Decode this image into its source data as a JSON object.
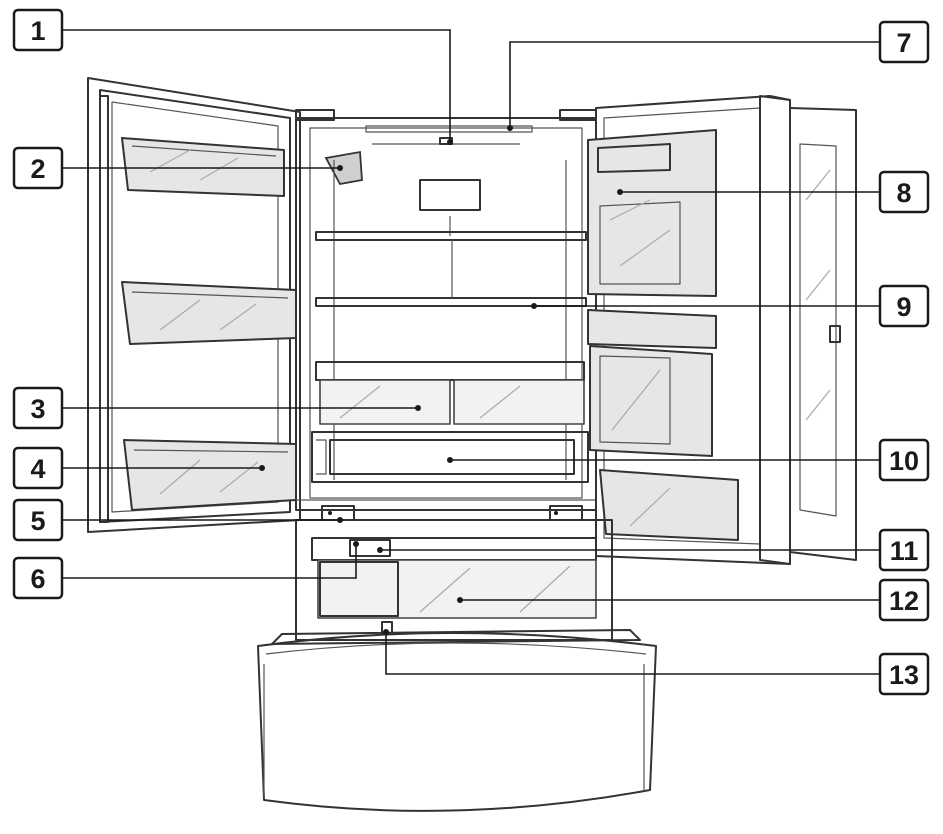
{
  "callouts": [
    {
      "id": 1,
      "label": "1"
    },
    {
      "id": 2,
      "label": "2"
    },
    {
      "id": 3,
      "label": "3"
    },
    {
      "id": 4,
      "label": "4"
    },
    {
      "id": 5,
      "label": "5"
    },
    {
      "id": 6,
      "label": "6"
    },
    {
      "id": 7,
      "label": "7"
    },
    {
      "id": 8,
      "label": "8"
    },
    {
      "id": 9,
      "label": "9"
    },
    {
      "id": 10,
      "label": "10"
    },
    {
      "id": 11,
      "label": "11"
    },
    {
      "id": 12,
      "label": "12"
    },
    {
      "id": 13,
      "label": "13"
    }
  ],
  "colors": {
    "line": "#1a1a1a",
    "fill_light": "#f2f2f2",
    "fill_mid": "#e6e6e6"
  }
}
